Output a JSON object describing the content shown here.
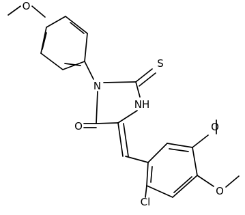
{
  "molecule": {
    "atoms": {
      "o_methoxy_top": "O",
      "n3": "N",
      "s_thioxo": "S",
      "nh": "NH",
      "o_carbonyl": "O",
      "o_methoxy_5": "O",
      "o_methoxy_4": "O",
      "cl": "Cl"
    }
  }
}
